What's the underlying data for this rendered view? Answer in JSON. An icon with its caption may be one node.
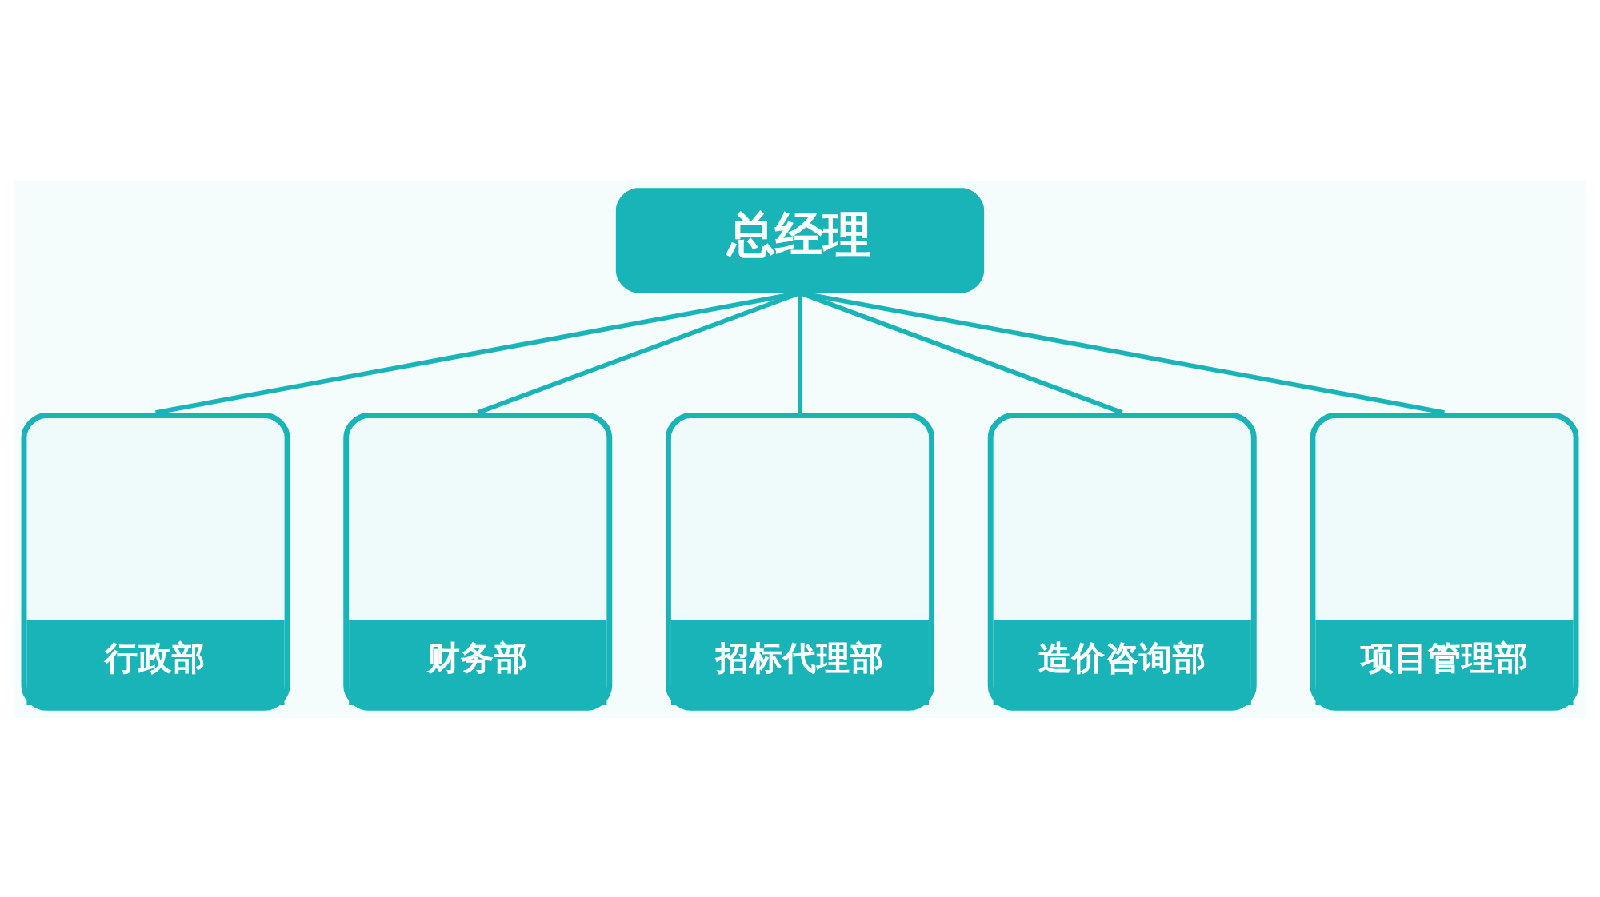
{
  "diagram": {
    "nodes": [
      {
        "text": [
          "总经理"
        ]
      },
      {
        "text": [
          "行政部"
        ]
      },
      {
        "text": [
          "财务部"
        ]
      },
      {
        "text": [
          "招标代理部"
        ]
      },
      {
        "text": [
          "造价咨询部"
        ]
      },
      {
        "text": [
          "项目管理部"
        ]
      }
    ],
    "edges": [
      {
        "from": 0,
        "to": 1,
        "arrow": "none"
      },
      {
        "from": 0,
        "to": 2,
        "arrow": "none"
      },
      {
        "from": 0,
        "to": 3,
        "arrow": "none"
      },
      {
        "from": 0,
        "to": 4,
        "arrow": "none"
      },
      {
        "from": 0,
        "to": 5,
        "arrow": "none"
      }
    ]
  }
}
